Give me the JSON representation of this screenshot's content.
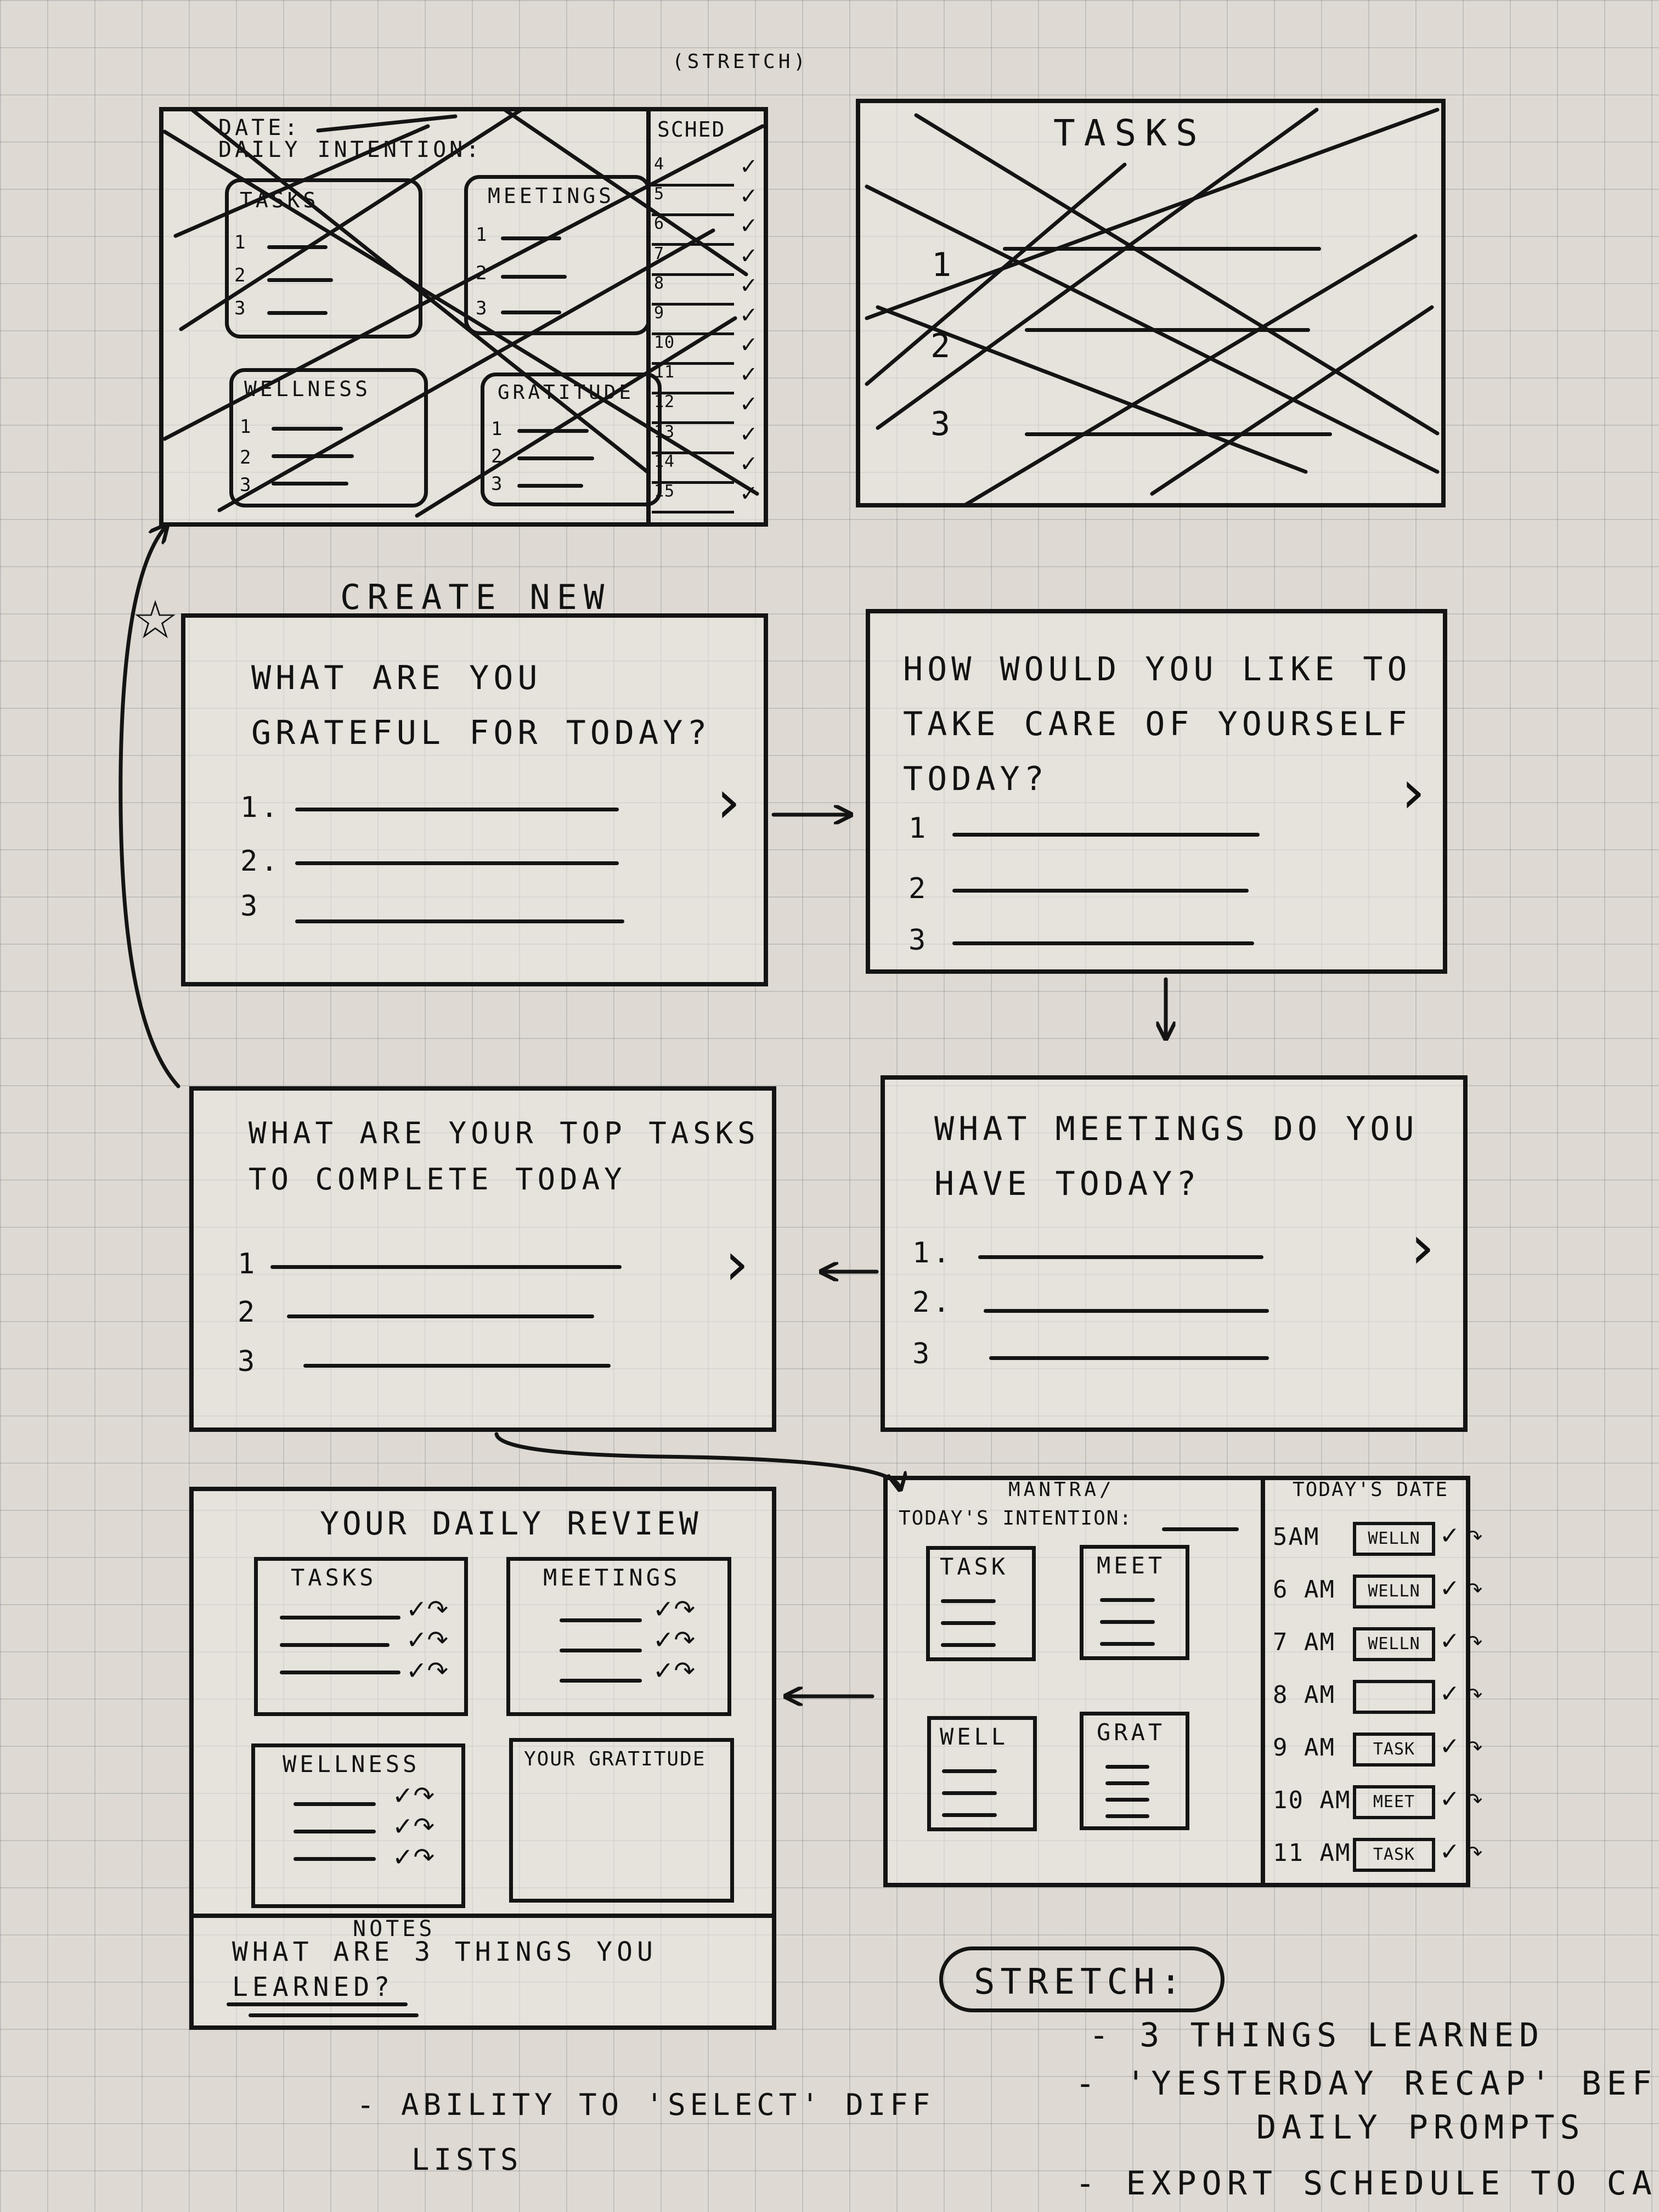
{
  "stretch_top_note": "(STRETCH)",
  "old_mockup": {
    "date_label": "DATE:",
    "intention_label": "DAILY INTENTION:",
    "sched_label": "SCHED",
    "sched_hours": [
      "4",
      "5",
      "6",
      "7",
      "8",
      "9",
      "10",
      "11",
      "12",
      "13",
      "14",
      "15"
    ],
    "boxes": [
      {
        "title": "TASKS",
        "numbers": [
          "1",
          "2",
          "3"
        ]
      },
      {
        "title": "MEETINGS",
        "numbers": [
          "1",
          "2",
          "3"
        ]
      },
      {
        "title": "WELLNESS",
        "numbers": [
          "1",
          "2",
          "3"
        ]
      },
      {
        "title": "GRATITUDE",
        "numbers": [
          "1",
          "2",
          "3"
        ]
      }
    ]
  },
  "tasks_mockup": {
    "title": "TASKS",
    "numbers": [
      "1",
      "2",
      "3"
    ]
  },
  "create_new_label": "CREATE NEW",
  "screens": {
    "gratitude": {
      "question": "WHAT ARE YOU GRATEFUL FOR TODAY?",
      "numbers": [
        "1.",
        "2.",
        "3"
      ]
    },
    "selfcare": {
      "question": "HOW WOULD YOU LIKE TO TAKE CARE OF YOURSELF TODAY?",
      "numbers": [
        "1",
        "2",
        "3"
      ]
    },
    "meetings": {
      "question": "WHAT MEETINGS DO YOU HAVE TODAY?",
      "numbers": [
        "1.",
        "2.",
        "3"
      ]
    },
    "tasks": {
      "question": "WHAT ARE YOUR TOP TASKS TO COMPLETE TODAY",
      "numbers": [
        "1",
        "2",
        "3"
      ]
    }
  },
  "chevron": "›",
  "review": {
    "title": "YOUR DAILY REVIEW",
    "boxes": [
      "TASKS",
      "MEETINGS",
      "WELLNESS",
      "YOUR GRATITUDE"
    ],
    "notes_label": "NOTES",
    "learned_question": "WHAT ARE 3 THINGS YOU LEARNED?"
  },
  "dashboard": {
    "mantra_label": "MANTRA/",
    "intention_label": "TODAY'S INTENTION:",
    "tiles": [
      "TASK",
      "MEET",
      "WELL",
      "GRAT"
    ],
    "schedule_title": "TODAY'S DATE",
    "schedule": [
      {
        "time": "5AM",
        "tag": "WELLN"
      },
      {
        "time": "6 AM",
        "tag": "WELLN"
      },
      {
        "time": "7 AM",
        "tag": "WELLN"
      },
      {
        "time": "8 AM",
        "tag": ""
      },
      {
        "time": "9 AM",
        "tag": "TASK"
      },
      {
        "time": "10 AM",
        "tag": "MEET"
      },
      {
        "time": "11 AM",
        "tag": "TASK"
      }
    ]
  },
  "stretch": {
    "label": "STRETCH:",
    "items": [
      "- 3 THINGS LEARNED",
      "- 'YESTERDAY RECAP' BEFO",
      "DAILY PROMPTS",
      "- EXPORT SCHEDULE TO CA"
    ]
  },
  "bottom_note": [
    "- ABILITY TO 'SELECT' DIFF",
    "LISTS"
  ]
}
